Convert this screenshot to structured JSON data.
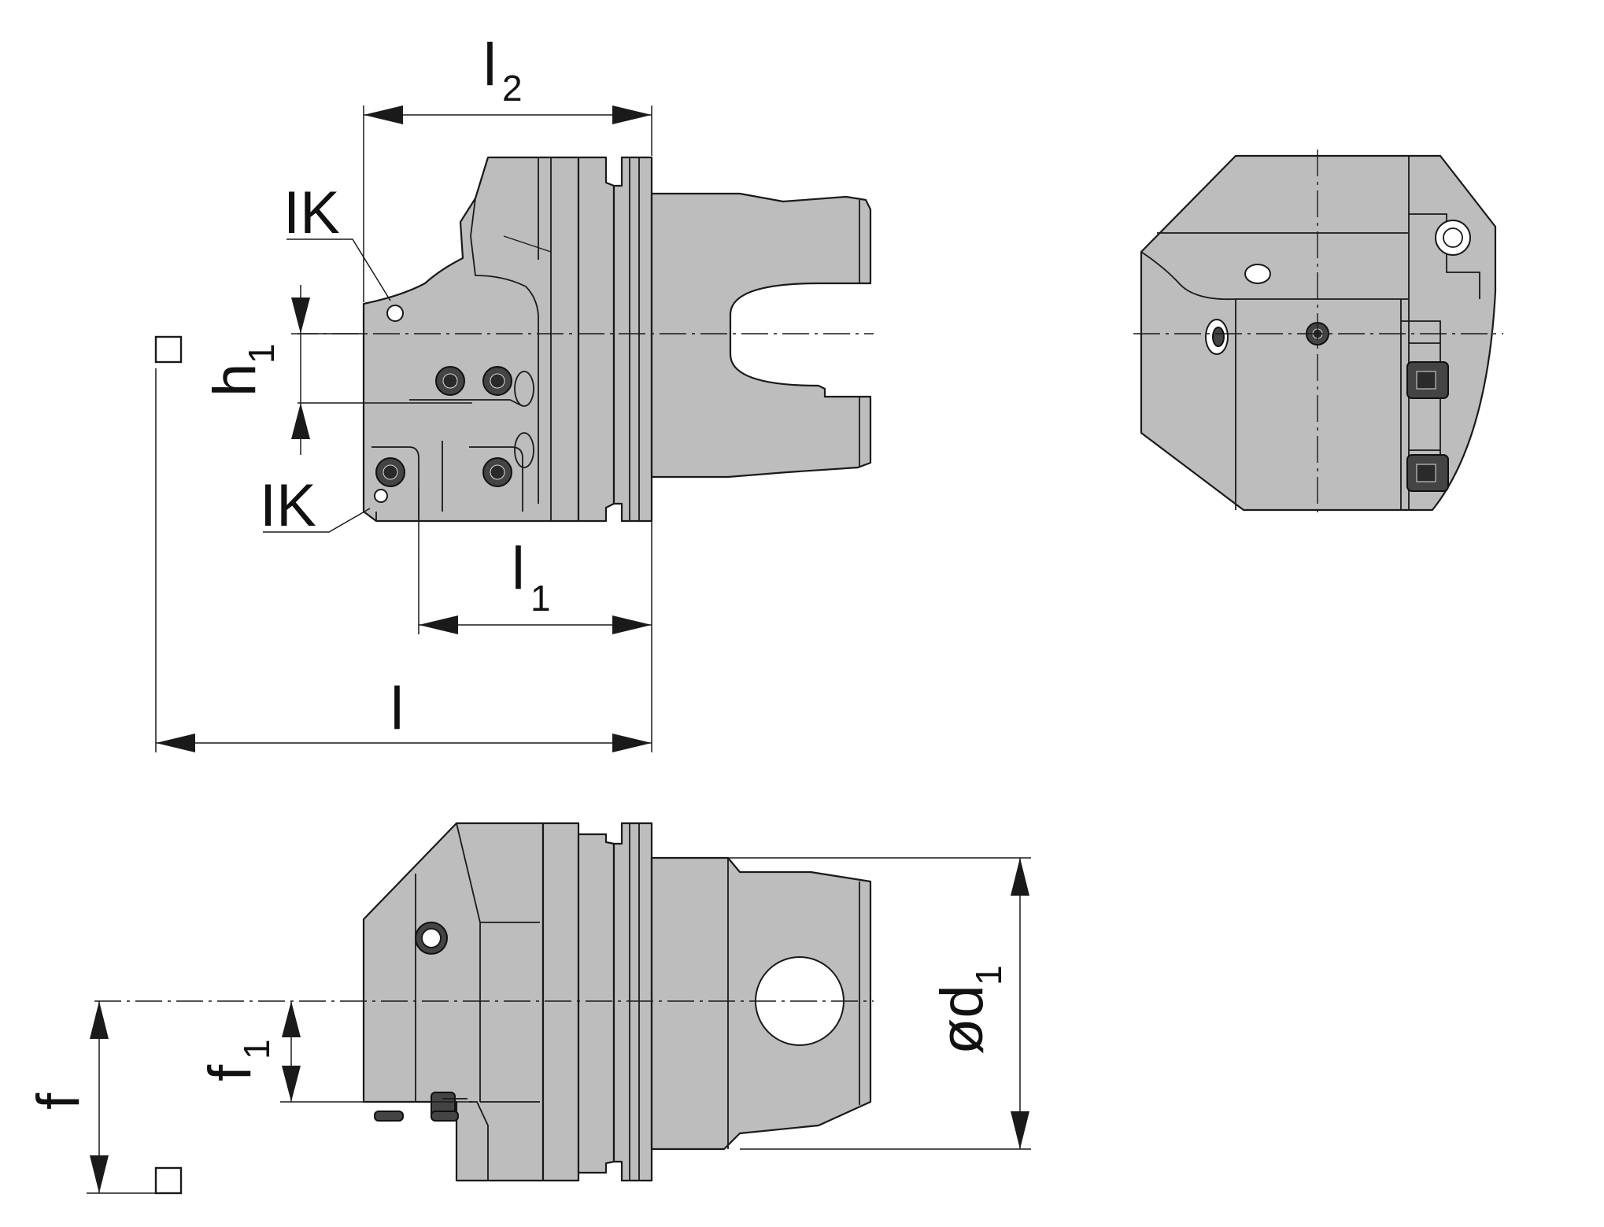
{
  "labels": {
    "l2": {
      "main": "l",
      "sub": "2"
    },
    "l1": {
      "main": "l",
      "sub": "1"
    },
    "l": {
      "main": "l"
    },
    "h1": {
      "main": "h",
      "sub": "1"
    },
    "ik_top": "IK",
    "ik_bottom": "IK",
    "f": {
      "main": "f"
    },
    "f1": {
      "main": "f",
      "sub": "1"
    },
    "d1": {
      "main": "ød",
      "sub": "1"
    }
  },
  "colors": {
    "body": "#bdbdbd",
    "line": "#1a1a1a",
    "background": "#ffffff"
  }
}
